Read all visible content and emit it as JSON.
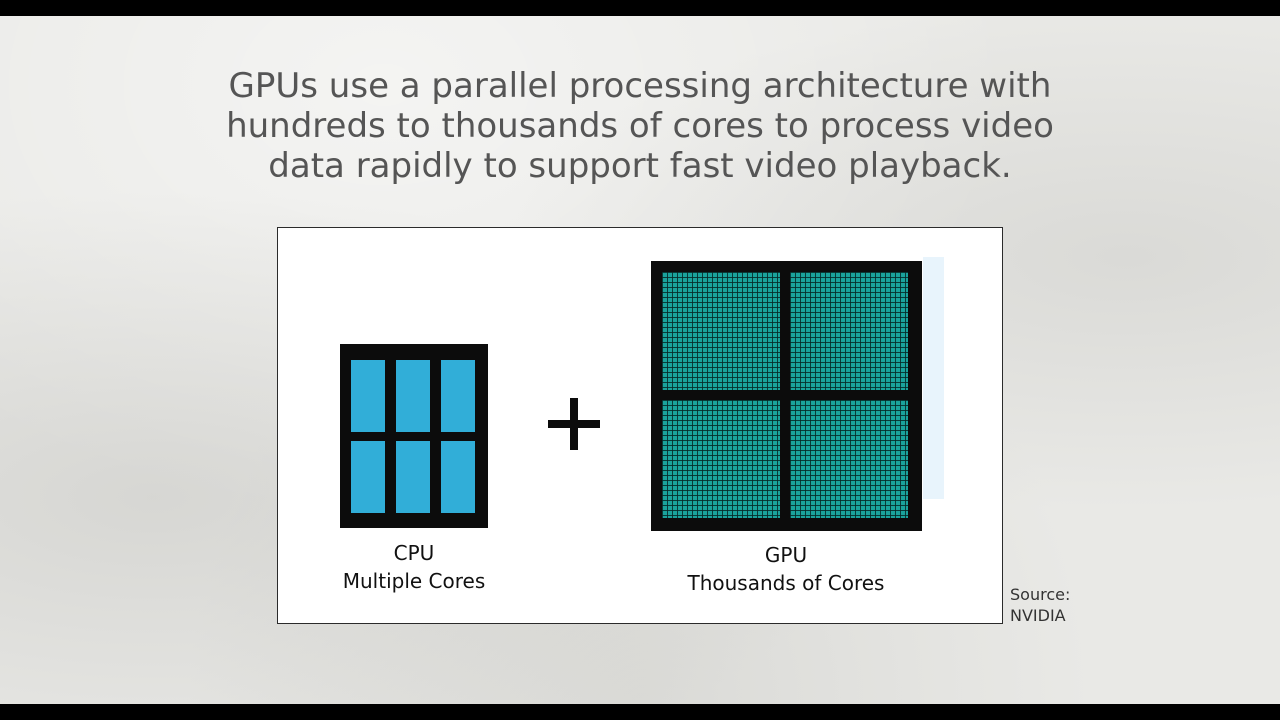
{
  "slide": {
    "title_lines": [
      "GPUs use a parallel processing architecture with",
      "hundreds to thousands of cores to process video",
      "data rapidly to support fast video playback."
    ],
    "source_lines": [
      "Source:",
      "NVIDIA"
    ]
  },
  "diagram": {
    "cpu": {
      "label_lines": [
        "CPU",
        "Multiple Cores"
      ],
      "core_color": "#31aed8",
      "chip_color": "#0c0c0c"
    },
    "gpu": {
      "label_lines": [
        "GPU",
        "Thousands of Cores"
      ],
      "core_color": "#1aa39c",
      "chip_color": "#0c0c0c"
    },
    "connector_icon": "plus-icon"
  }
}
